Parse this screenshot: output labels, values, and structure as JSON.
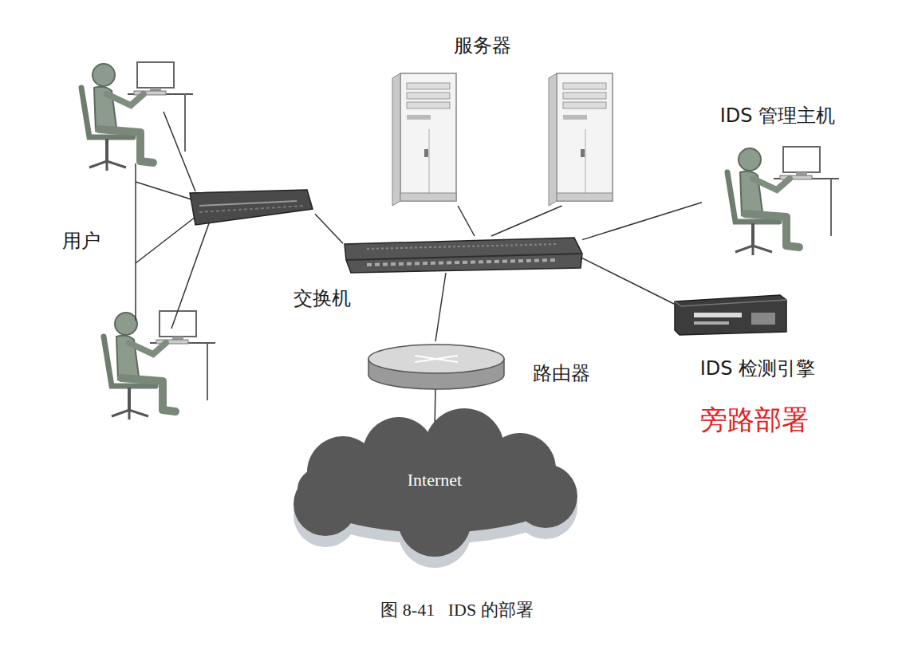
{
  "diagram": {
    "caption": "图 8-41   IDS 的部署",
    "nodes": [
      {
        "text": [
          "服务器"
        ]
      },
      {
        "text": [
          "IDS 管理主机"
        ]
      },
      {
        "text": [
          "用户"
        ]
      },
      {
        "text": [
          "交换机"
        ]
      },
      {
        "text": [
          "IDS 检测引擎"
        ]
      },
      {
        "text": [
          "路由器"
        ]
      },
      {
        "text": [
          "Internet"
        ]
      }
    ],
    "edges": [
      {
        "from": 2,
        "to": 3,
        "arrow": "none"
      },
      {
        "from": 0,
        "to": 3,
        "arrow": "none"
      },
      {
        "from": 0,
        "to": 3,
        "arrow": "none"
      },
      {
        "from": 3,
        "to": 1,
        "arrow": "none"
      },
      {
        "from": 3,
        "to": 4,
        "arrow": "none"
      },
      {
        "from": 3,
        "to": 5,
        "arrow": "none"
      },
      {
        "from": 5,
        "to": 6,
        "arrow": "none"
      }
    ],
    "labels": [
      "旁路部署"
    ]
  }
}
